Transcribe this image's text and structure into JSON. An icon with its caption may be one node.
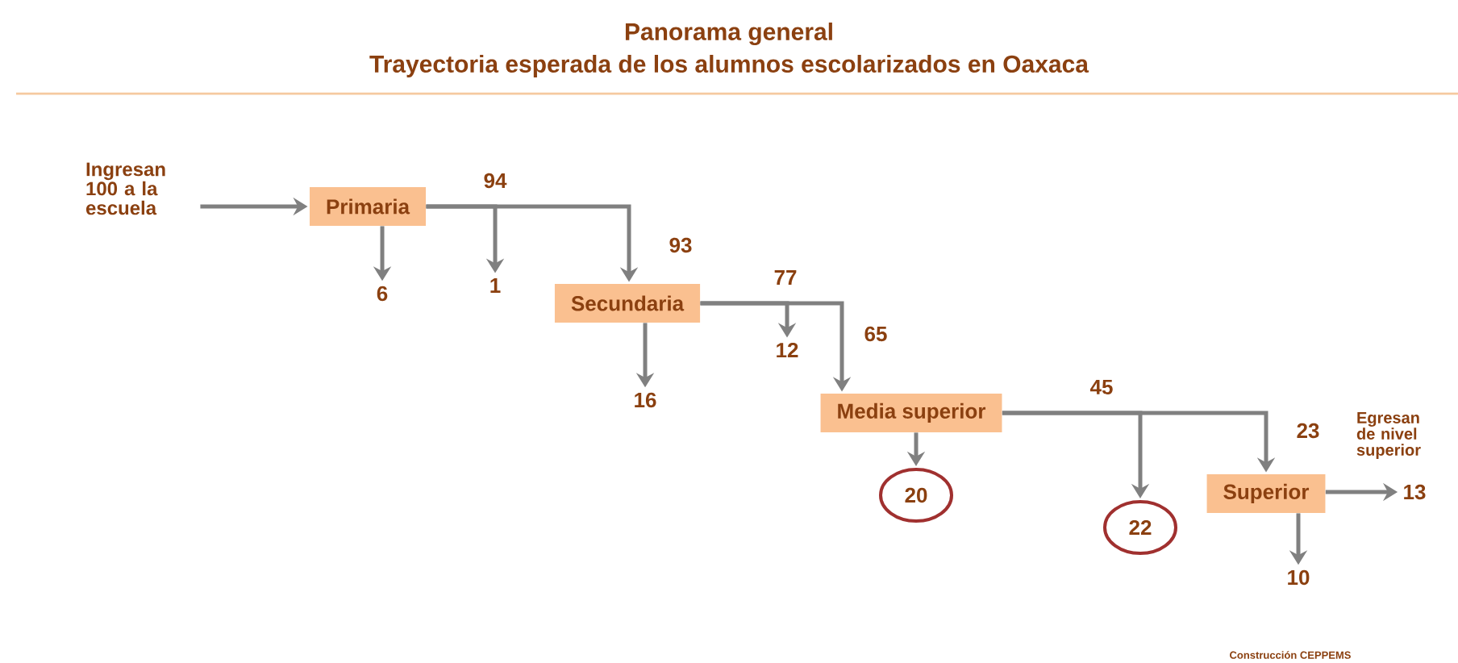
{
  "diagram": {
    "title": "Panorama general",
    "nodes": [
      {
        "text": [
          "Ingresan 100 a la escuela"
        ]
      },
      {
        "text": [
          "Primaria"
        ]
      },
      {
        "text": [
          "6"
        ]
      },
      {
        "text": [
          "1"
        ]
      },
      {
        "text": [
          "Secundaria"
        ]
      },
      {
        "text": [
          "16"
        ]
      },
      {
        "text": [
          "12"
        ]
      },
      {
        "text": [
          "Media superior"
        ]
      },
      {
        "text": [
          "20"
        ]
      },
      {
        "text": [
          "22"
        ]
      },
      {
        "text": [
          "Superior"
        ]
      },
      {
        "text": [
          "13"
        ]
      },
      {
        "text": [
          "10"
        ]
      }
    ],
    "edges": [
      {
        "from": 0,
        "to": 1,
        "arrow": "to"
      },
      {
        "from": 1,
        "to": 2,
        "arrow": "to"
      },
      {
        "from": 1,
        "to": 3,
        "arrow": "to"
      },
      {
        "from": 1,
        "to": 4,
        "arrow": "to",
        "label": "93"
      },
      {
        "from": 4,
        "to": 5,
        "arrow": "to"
      },
      {
        "from": 4,
        "to": 6,
        "arrow": "to"
      },
      {
        "from": 4,
        "to": 7,
        "arrow": "to",
        "label": "65"
      },
      {
        "from": 7,
        "to": 8,
        "arrow": "to"
      },
      {
        "from": 7,
        "to": 9,
        "arrow": "to"
      },
      {
        "from": 7,
        "to": 10,
        "arrow": "to",
        "label": "23"
      },
      {
        "from": 10,
        "to": 11,
        "arrow": "to"
      },
      {
        "from": 10,
        "to": 12,
        "arrow": "to"
      }
    ],
    "labels": [
      "Trayectoria esperada de los alumnos escolarizados en Oaxaca",
      "94",
      "77",
      "45",
      "Egresan de nivel superior",
      "Construcción CEPPEMS"
    ]
  }
}
